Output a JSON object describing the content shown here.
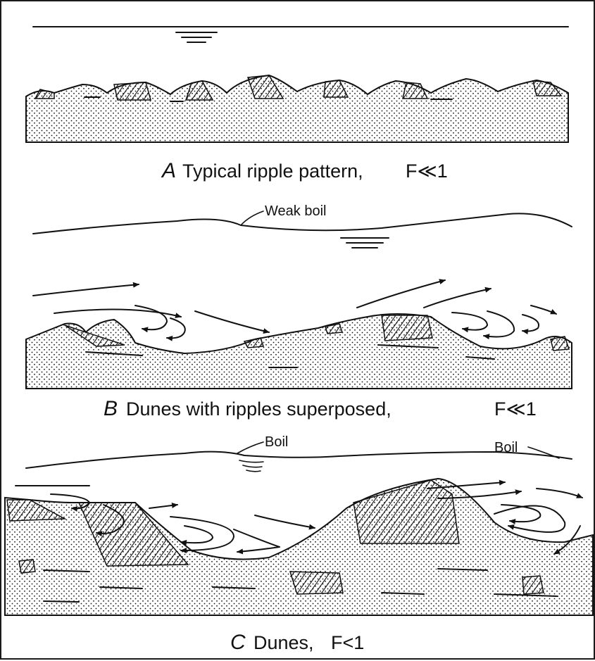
{
  "panels": [
    {
      "letter": "A",
      "caption": "Typical ripple pattern,",
      "froude": "F≪1",
      "labels": []
    },
    {
      "letter": "B",
      "caption": "Dunes with ripples superposed,",
      "froude": "F≪1",
      "labels": [
        "Weak boil"
      ]
    },
    {
      "letter": "C",
      "caption": "Dunes,",
      "froude": "F<1",
      "labels": [
        "Boil",
        "Boil"
      ]
    }
  ],
  "colors": {
    "ink": "#111111",
    "background": "#ffffff"
  }
}
